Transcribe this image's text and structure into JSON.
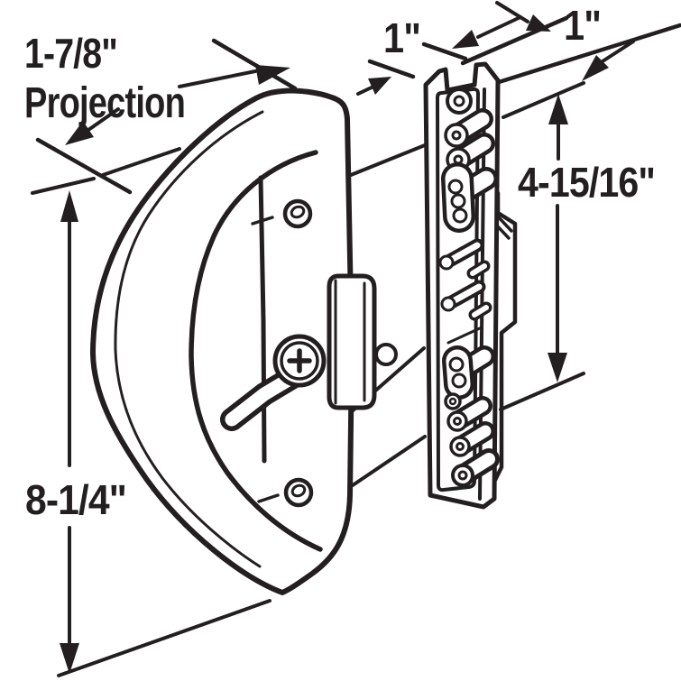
{
  "title": "Sliding door handle set with mortise lock - dimension diagram",
  "colors": {
    "ink": "#231f20",
    "background": "#ffffff"
  },
  "annotations": {
    "projection": {
      "value": "1-7/8\"",
      "label": "Projection"
    },
    "handle_height": {
      "value": "8-1/4\""
    },
    "lock_height": {
      "value": "4-15/16\""
    },
    "lock_width_left": {
      "value": "1\""
    },
    "lock_width_right": {
      "value": "1\""
    }
  },
  "parts": {
    "handle": "door pull handle with backplate",
    "lever": "locking lever with phillips screw",
    "screws": "mounting screws",
    "latch": "latch housing",
    "faceplate": "mortise lock faceplate with rollers and pins"
  }
}
